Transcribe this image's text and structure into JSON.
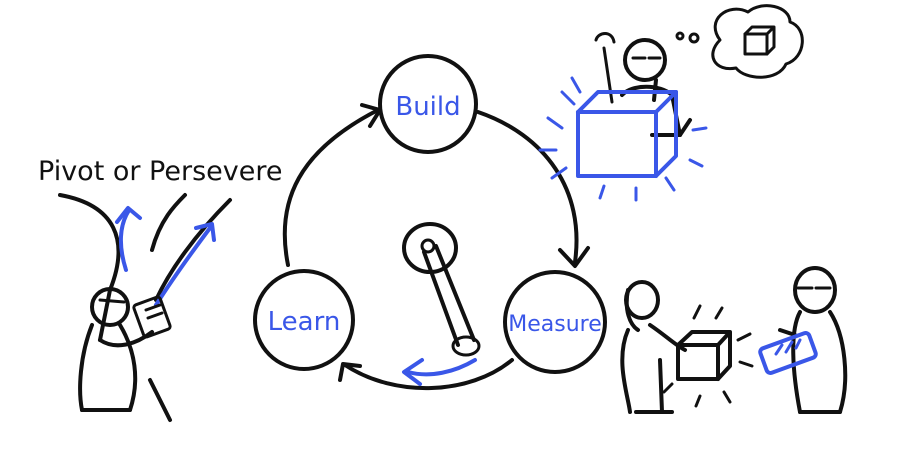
{
  "diagram": {
    "pivot_label": "Pivot or Persevere",
    "build_label": "Build",
    "measure_label": "Measure",
    "learn_label": "Learn"
  },
  "colors": {
    "ink": "#111111",
    "accent": "#3a57e8"
  },
  "icons": [
    "crank-handle-icon",
    "cube-icon",
    "thought-bubble-icon",
    "wrench-icon",
    "clipboard-icon",
    "tablet-icon"
  ]
}
